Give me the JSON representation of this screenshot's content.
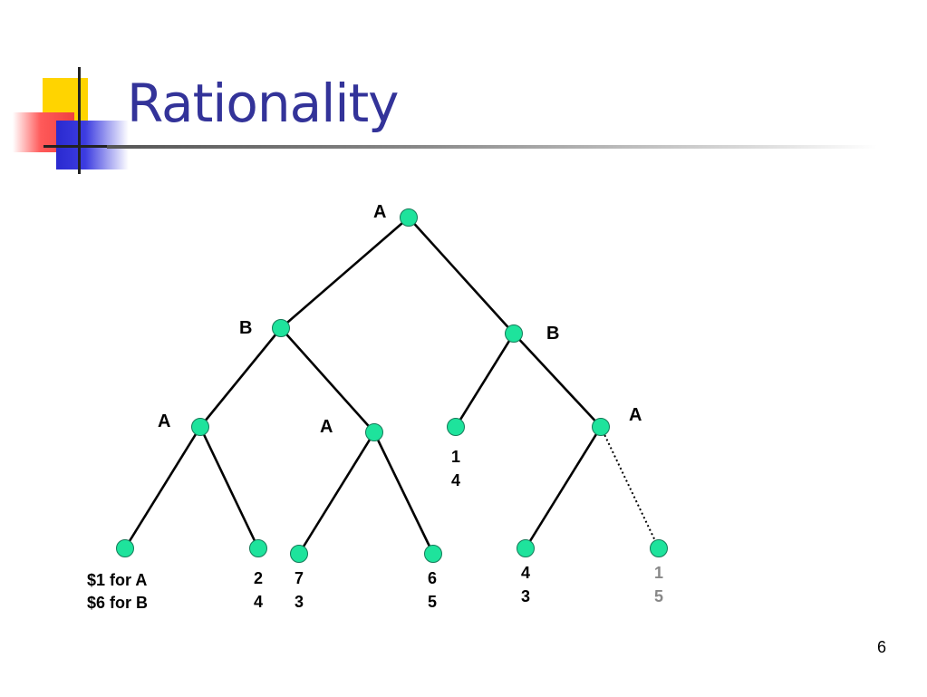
{
  "slide": {
    "title": "Rationality",
    "number": "6"
  },
  "tree": {
    "players": {
      "root": "A",
      "left_b": "B",
      "right_b": "B",
      "ll_a": "A",
      "lr_a": "A",
      "rr_a": "A"
    },
    "payoffs": {
      "leaf1": [
        "$1 for A",
        "$6 for B"
      ],
      "leaf2": [
        "2",
        "4"
      ],
      "leaf3": [
        "7",
        "3"
      ],
      "leaf4": [
        "6",
        "5"
      ],
      "leaf5": [
        "1",
        "4"
      ],
      "leaf6": [
        "4",
        "3"
      ],
      "leaf7": [
        "1",
        "5"
      ]
    },
    "colors": {
      "node_fill": "#1ee39c",
      "title": "#333399",
      "dimmed_payoff": "#888888"
    }
  }
}
